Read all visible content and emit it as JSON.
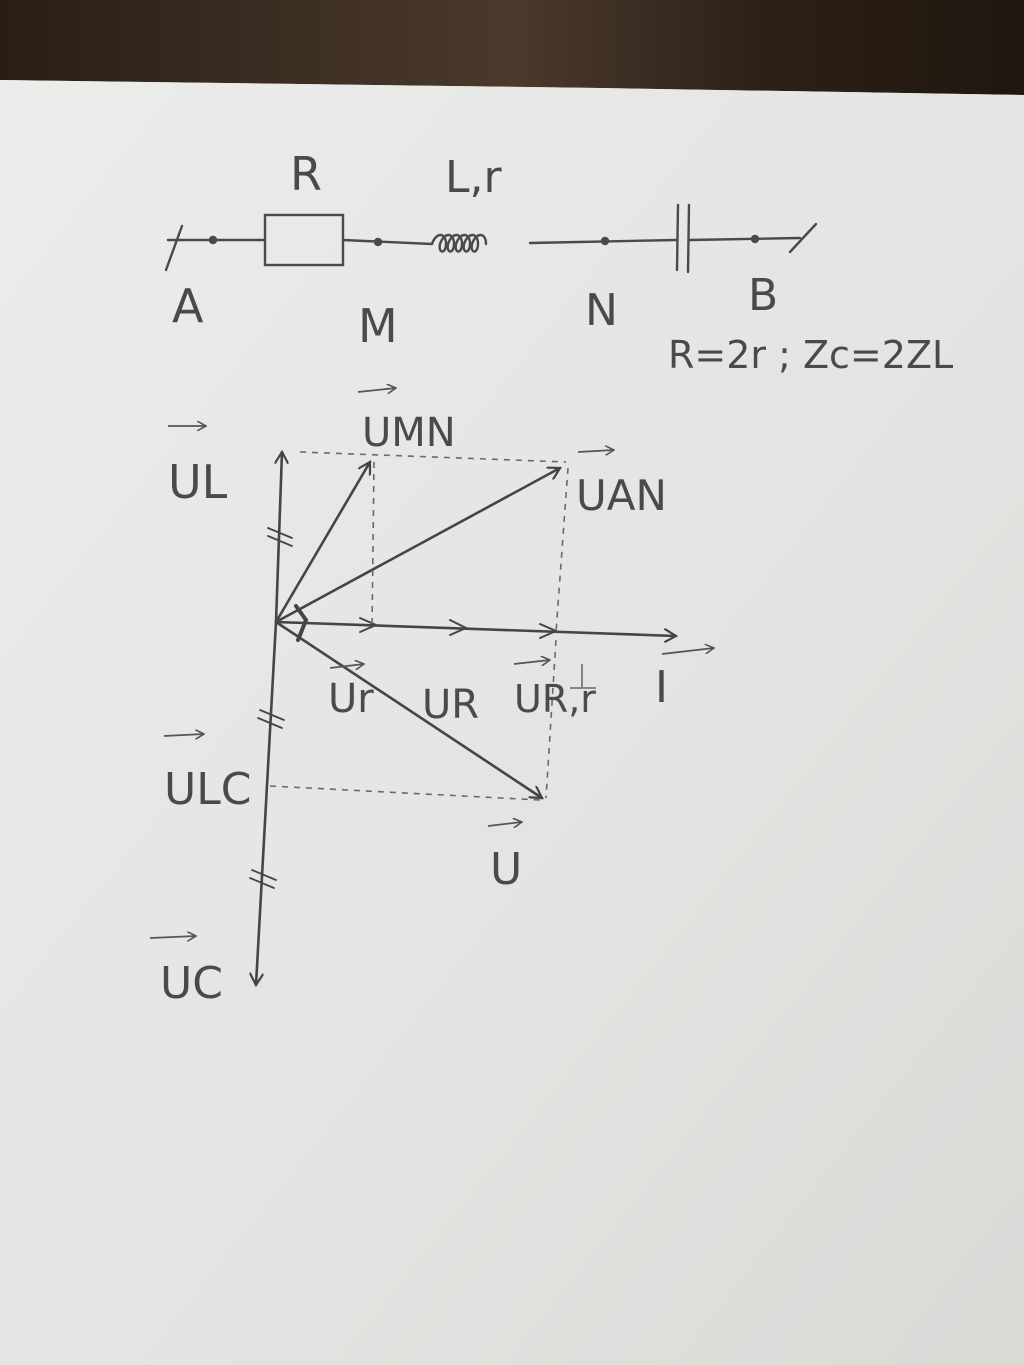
{
  "circuit": {
    "resistor_label": "R",
    "inductor_label": "L,r",
    "node_a": "A",
    "node_m": "M",
    "node_n": "N",
    "node_b": "B",
    "relation": "R=2r ; Zc=2ZL"
  },
  "phasors": {
    "ul": "UL",
    "umn": "UMN",
    "uan": "UAN",
    "i": "I",
    "ur": "Ur",
    "ur_big": "UR",
    "urr": "UR,r",
    "ulc": "ULC",
    "u": "U",
    "uc": "UC"
  },
  "colors": {
    "table": "#2e2218",
    "paper": "#e6e6e4",
    "pencil": "#4a4a4a"
  }
}
